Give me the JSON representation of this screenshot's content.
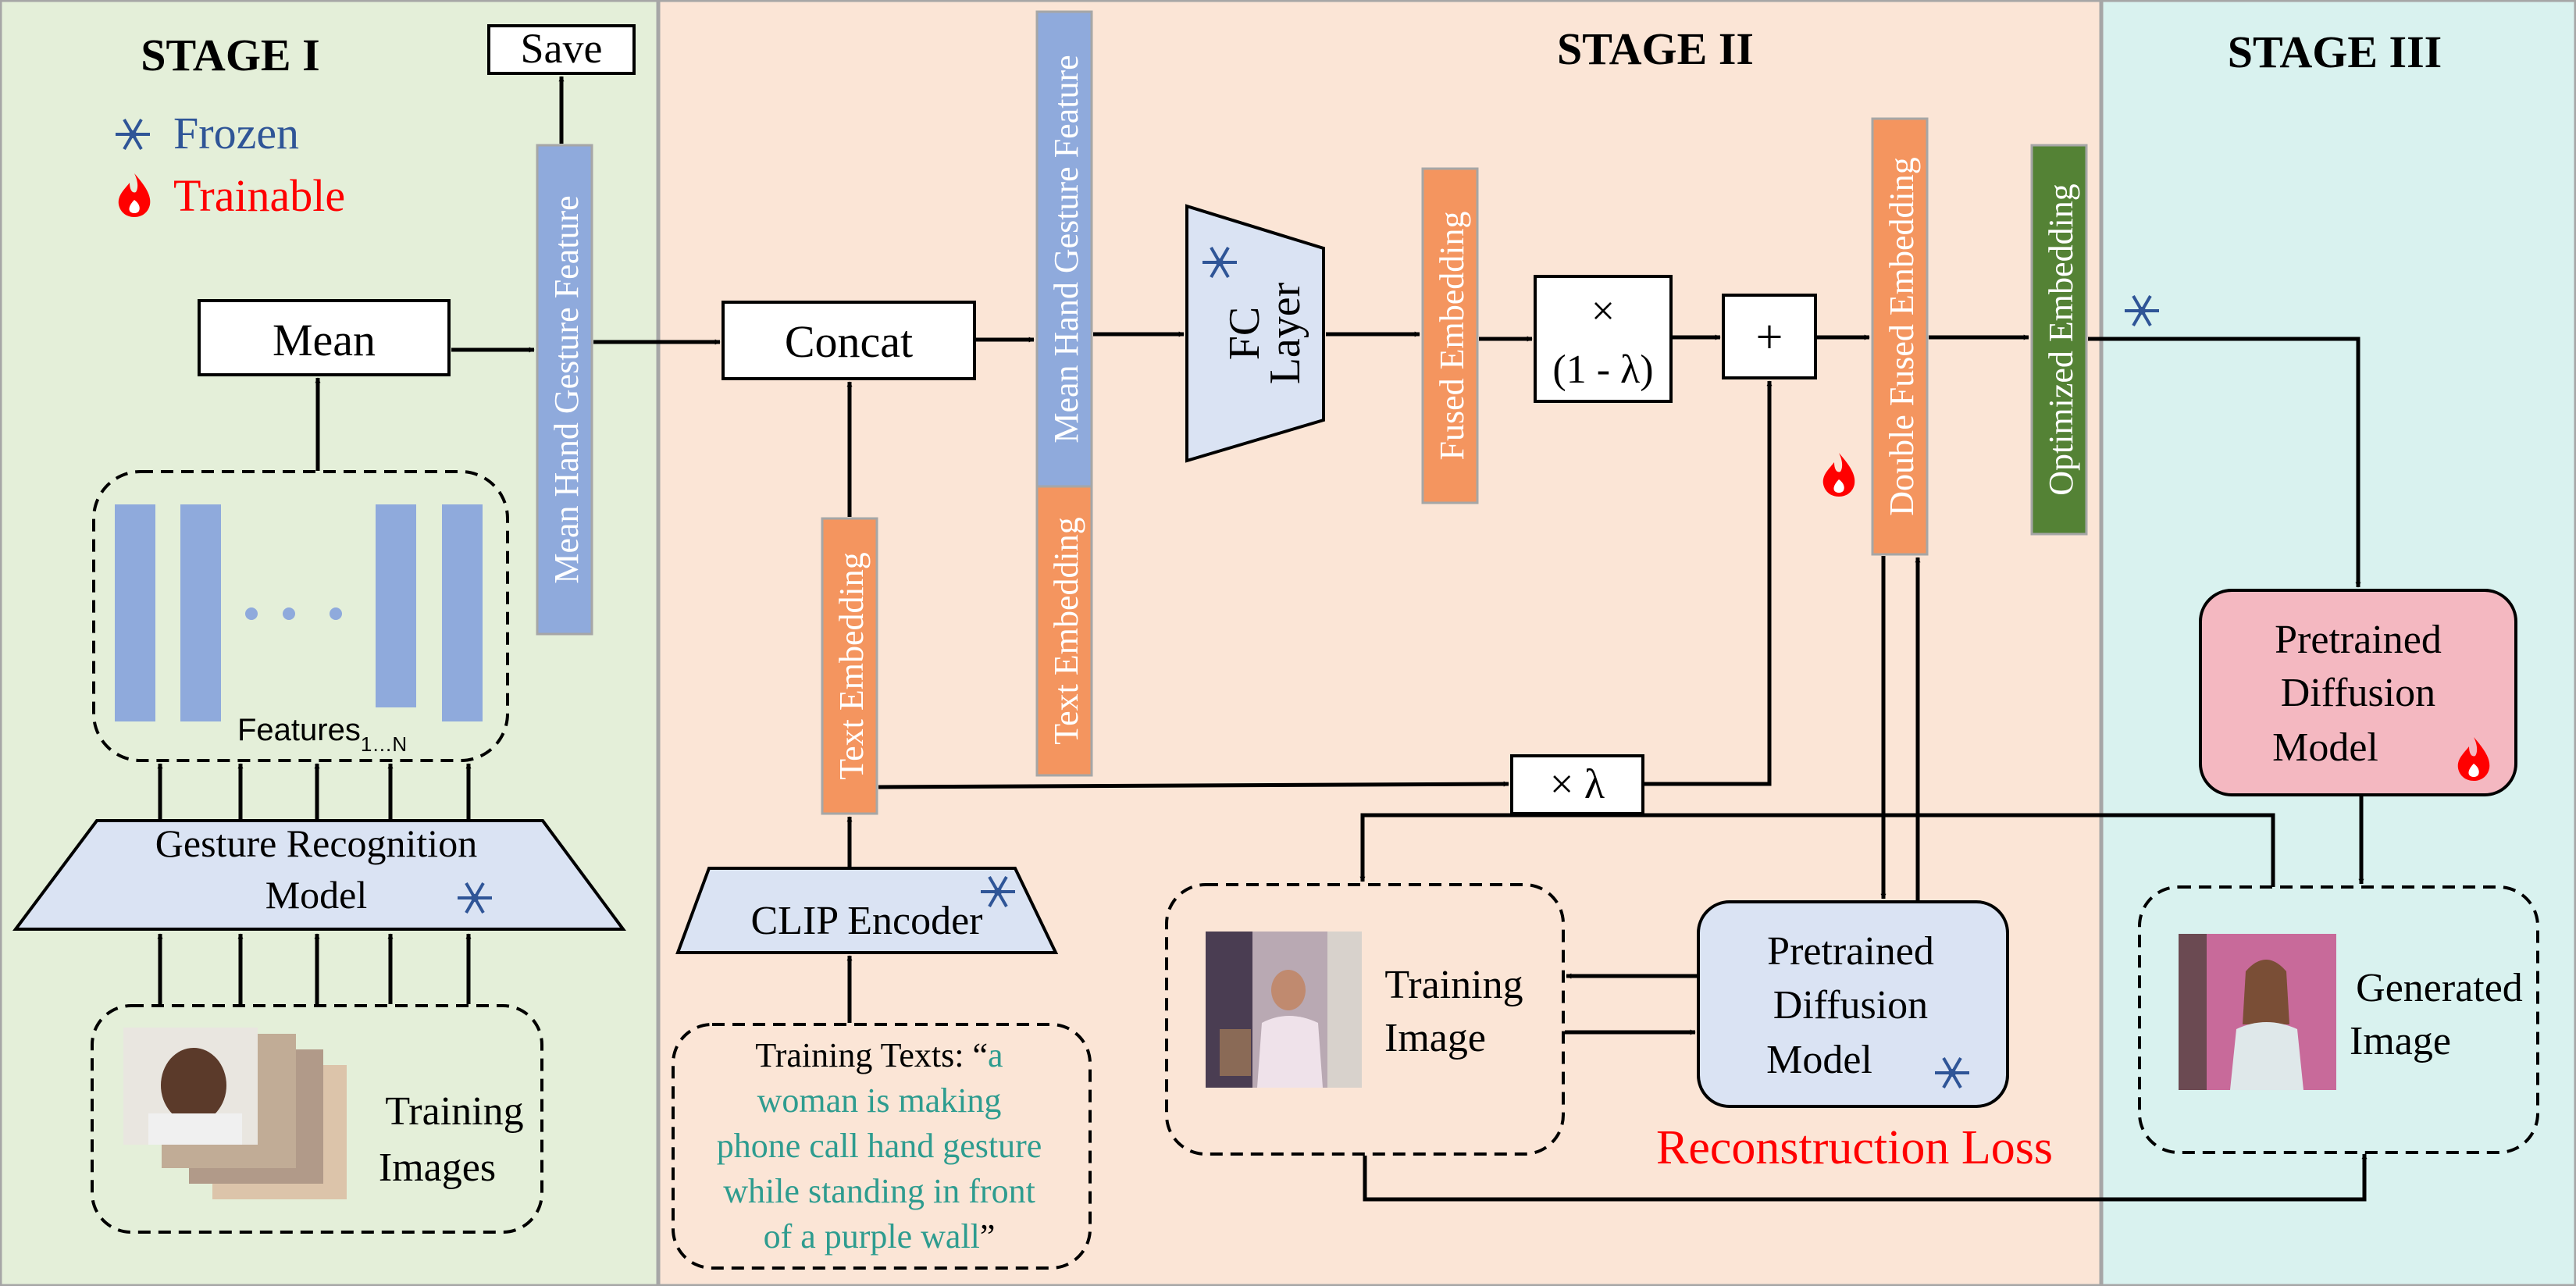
{
  "colors": {
    "stage1_bg": "#e4efd9",
    "stage2_bg": "#fbe5d6",
    "stage3_bg": "#d9f2ef",
    "blue_fill": "#dae3f3",
    "feature_bar": "#8faadc",
    "orange_fill": "#f4955f",
    "green_fill": "#548235",
    "pink_fill": "#f4b8c1",
    "frozen_text": "#2f5597",
    "trainable_text": "#ff0000",
    "caption_teal": "#2e9c8f"
  },
  "stages": {
    "stage1": "STAGE I",
    "stage2": "STAGE II",
    "stage3": "STAGE III"
  },
  "legend": {
    "frozen": "Frozen",
    "trainable": "Trainable",
    "frozen_icon": "snowflake-icon",
    "trainable_icon": "flame-icon"
  },
  "stage1": {
    "save": "Save",
    "mean": "Mean",
    "mean_feature": "Mean Hand Gesture Feature",
    "features_label": "Features",
    "features_sub": "1…N",
    "gesture_model_line1": "Gesture Recognition",
    "gesture_model_line2": "Model",
    "training_images_line1": "Training",
    "training_images_line2": "Images"
  },
  "stage2": {
    "concat": "Concat",
    "mean_feature": "Mean Hand Gesture Feature",
    "text_embedding": "Text Embedding",
    "text_embedding_concat": "Text Embedding",
    "fc_line1": "FC",
    "fc_line2": "Layer",
    "fused_embedding": "Fused Embedding",
    "times": "×",
    "one_minus_lambda": "(1 - λ)",
    "plus": "+",
    "double_fused": "Double Fused Embedding",
    "optimized": "Optimized Embedding",
    "times_lambda": "× λ",
    "clip_encoder": "CLIP Encoder",
    "training_texts_prefix": "Training Texts: “",
    "training_texts_lines": [
      "a",
      "woman is making",
      "phone call hand gesture",
      "while standing in front",
      "of a purple wall"
    ],
    "training_texts_suffix": "”",
    "training_image_line1": "Training",
    "training_image_line2": "Image",
    "diffusion_line1": "Pretrained",
    "diffusion_line2": "Diffusion",
    "diffusion_line3": "Model",
    "reconstruction_loss": "Reconstruction Loss"
  },
  "stage3": {
    "diffusion_line1": "Pretrained",
    "diffusion_line2": "Diffusion",
    "diffusion_line3": "Model",
    "generated_line1": "Generated",
    "generated_line2": "Image"
  }
}
